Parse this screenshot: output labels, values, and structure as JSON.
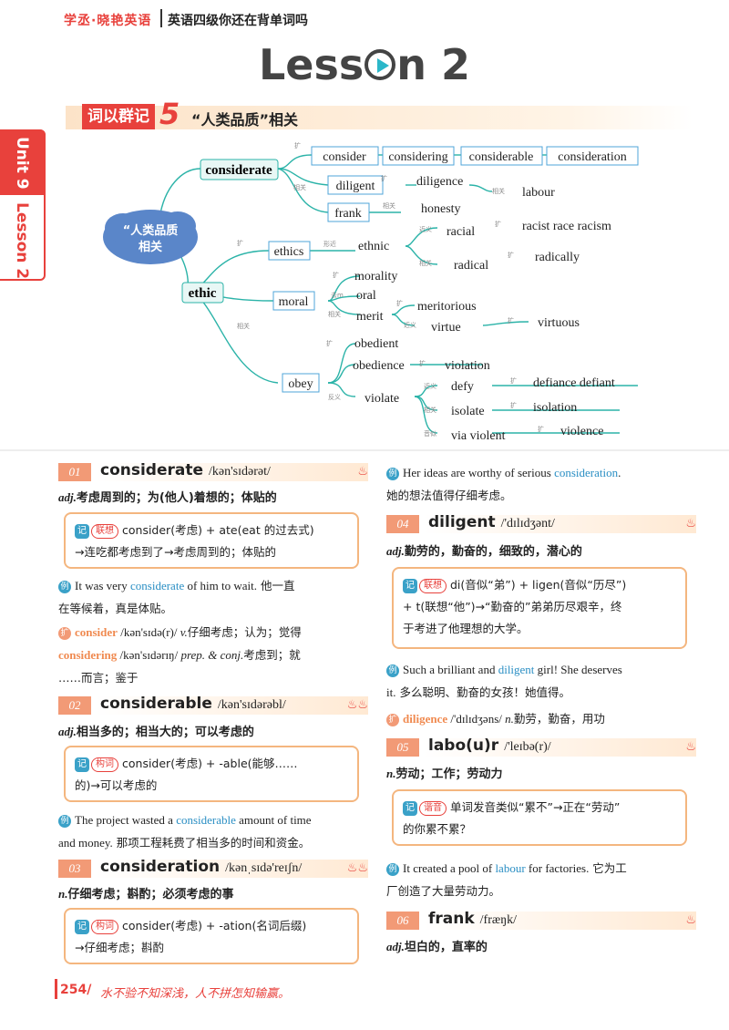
{
  "header": {
    "brand": "学丞·晓艳英语",
    "title": "英语四级你还在背单词吗"
  },
  "lesson": {
    "pre": "Less",
    "post": "n 2"
  },
  "banner": {
    "tag": "词以群记",
    "num": "5",
    "text": "“人类品质”相关"
  },
  "side_tab": {
    "unit": "Unit 9",
    "lesson": "Lesson 2"
  },
  "mindmap": {
    "center": [
      "“人类品质",
      "相关"
    ],
    "considerate": "considerate",
    "consider": "consider",
    "considering": "considering",
    "considerable": "considerable",
    "consideration": "consideration",
    "diligent": "diligent",
    "diligence": "diligence",
    "labour": "labour",
    "frank": "frank",
    "honesty": "honesty",
    "ethic": "ethic",
    "ethics": "ethics",
    "ethnic": "ethnic",
    "racial": "racial",
    "racist_race_racism": "racist  race  racism",
    "radical": "radical",
    "radically": "radically",
    "moral": "moral",
    "morality": "morality",
    "oral": "oral",
    "merit": "merit",
    "meritorious": "meritorious",
    "virtue": "virtue",
    "virtuous": "virtuous",
    "obey": "obey",
    "obedient": "obedient",
    "obedience": "obedience",
    "violation": "violation",
    "violate": "violate",
    "defy": "defy",
    "defiance_defiant": "defiance     defiant",
    "isolate": "isolate",
    "isolation": "isolation",
    "via_violent": "via  violent",
    "violence": "violence",
    "tags": {
      "kuo": "扩",
      "xiangguan": "相关",
      "xingjin": "形近",
      "jinyi": "近义",
      "qudiao": "去m",
      "fanyi": "反义",
      "yinjin": "音似"
    }
  },
  "entries": [
    {
      "num": "01",
      "word": "considerate",
      "phon": "/kən'sɪdərət/",
      "pos": "adj.",
      "def": "考虑周到的；为(他人)着想的；体贴的",
      "mem_icon": "记",
      "mem_tag": "联想",
      "mem": [
        "consider(考虑) + ate(eat 的过去式)",
        "→连吃都考虑到了→考虑周到的；体贴的"
      ],
      "ex": [
        "It was very ",
        "considerate",
        " of him to wait.",
        " 他一直",
        "在等候着，真是体贴。"
      ],
      "kuo1": [
        "consider",
        " /kən'sɪdə(r)/ ",
        "v.",
        "仔细考虑；认为；觉得"
      ],
      "kuo2": [
        "considering",
        " /kən'sɪdərɪŋ/ ",
        "prep. & conj.",
        "考虑到；就",
        "……而言；鉴于"
      ]
    },
    {
      "num": "02",
      "word": "considerable",
      "phon": "/kən'sɪdərəbl/",
      "pos": "adj.",
      "def": "相当多的；相当大的；可以考虑的",
      "mem_icon": "记",
      "mem_tag": "构词",
      "mem": [
        "consider(考虑) + -able(能够……",
        "的)→可以考虑的"
      ],
      "ex": [
        "The project wasted a ",
        "considerable",
        " amount of time",
        "and money.",
        " 那项工程耗费了相当多的时间和资金。"
      ]
    },
    {
      "num": "03",
      "word": "consideration",
      "phon": "/kənˌsɪdə'reɪʃn/",
      "pos": "n.",
      "def": "仔细考虑；斟酌；必须考虑的事",
      "mem_icon": "记",
      "mem_tag": "构词",
      "mem": [
        "consider(考虑) + -ation(名词后缀)",
        "→仔细考虑；斟酌"
      ],
      "ex": [
        "Her ideas are worthy of serious ",
        "consideration",
        ".",
        "她的想法值得仔细考虑。"
      ]
    },
    {
      "num": "04",
      "word": "diligent",
      "phon": "/'dɪlɪdʒənt/",
      "pos": "adj.",
      "def": "勤劳的，勤奋的，细致的，潜心的",
      "mem_icon": "记",
      "mem_tag": "联想",
      "mem": [
        "di(音似“弟”) + ligen(音似“历尽”)",
        "+ t(联想“他”)→“勤奋的”弟弟历尽艰辛，终",
        "于考进了他理想的大学。"
      ],
      "ex": [
        "Such a brilliant and ",
        "diligent",
        " girl! She deserves",
        "it.",
        " 多么聪明、勤奋的女孩！她值得。"
      ],
      "kuo1": [
        "diligence",
        " /'dɪlɪdʒəns/ ",
        "n.",
        "勤劳，勤奋，用功"
      ]
    },
    {
      "num": "05",
      "word": "labo(u)r",
      "phon": "/'leɪbə(r)/",
      "pos": "n.",
      "def": "劳动；工作；劳动力",
      "mem_icon": "记",
      "mem_tag": "谐音",
      "mem": [
        "单词发音类似“累不”→正在“劳动”",
        "的你累不累？"
      ],
      "ex": [
        "It created a pool of ",
        "labour",
        " for factories.",
        " 它为工",
        "厂创造了大量劳动力。"
      ]
    },
    {
      "num": "06",
      "word": "frank",
      "phon": "/fræŋk/",
      "pos": "adj.",
      "def": "坦白的，直率的"
    }
  ],
  "ex_icon": "例",
  "kuo_icon": "扩",
  "footer": {
    "page": "254/",
    "motto": "水不验不知深浅，人不拼怎知输赢。"
  }
}
